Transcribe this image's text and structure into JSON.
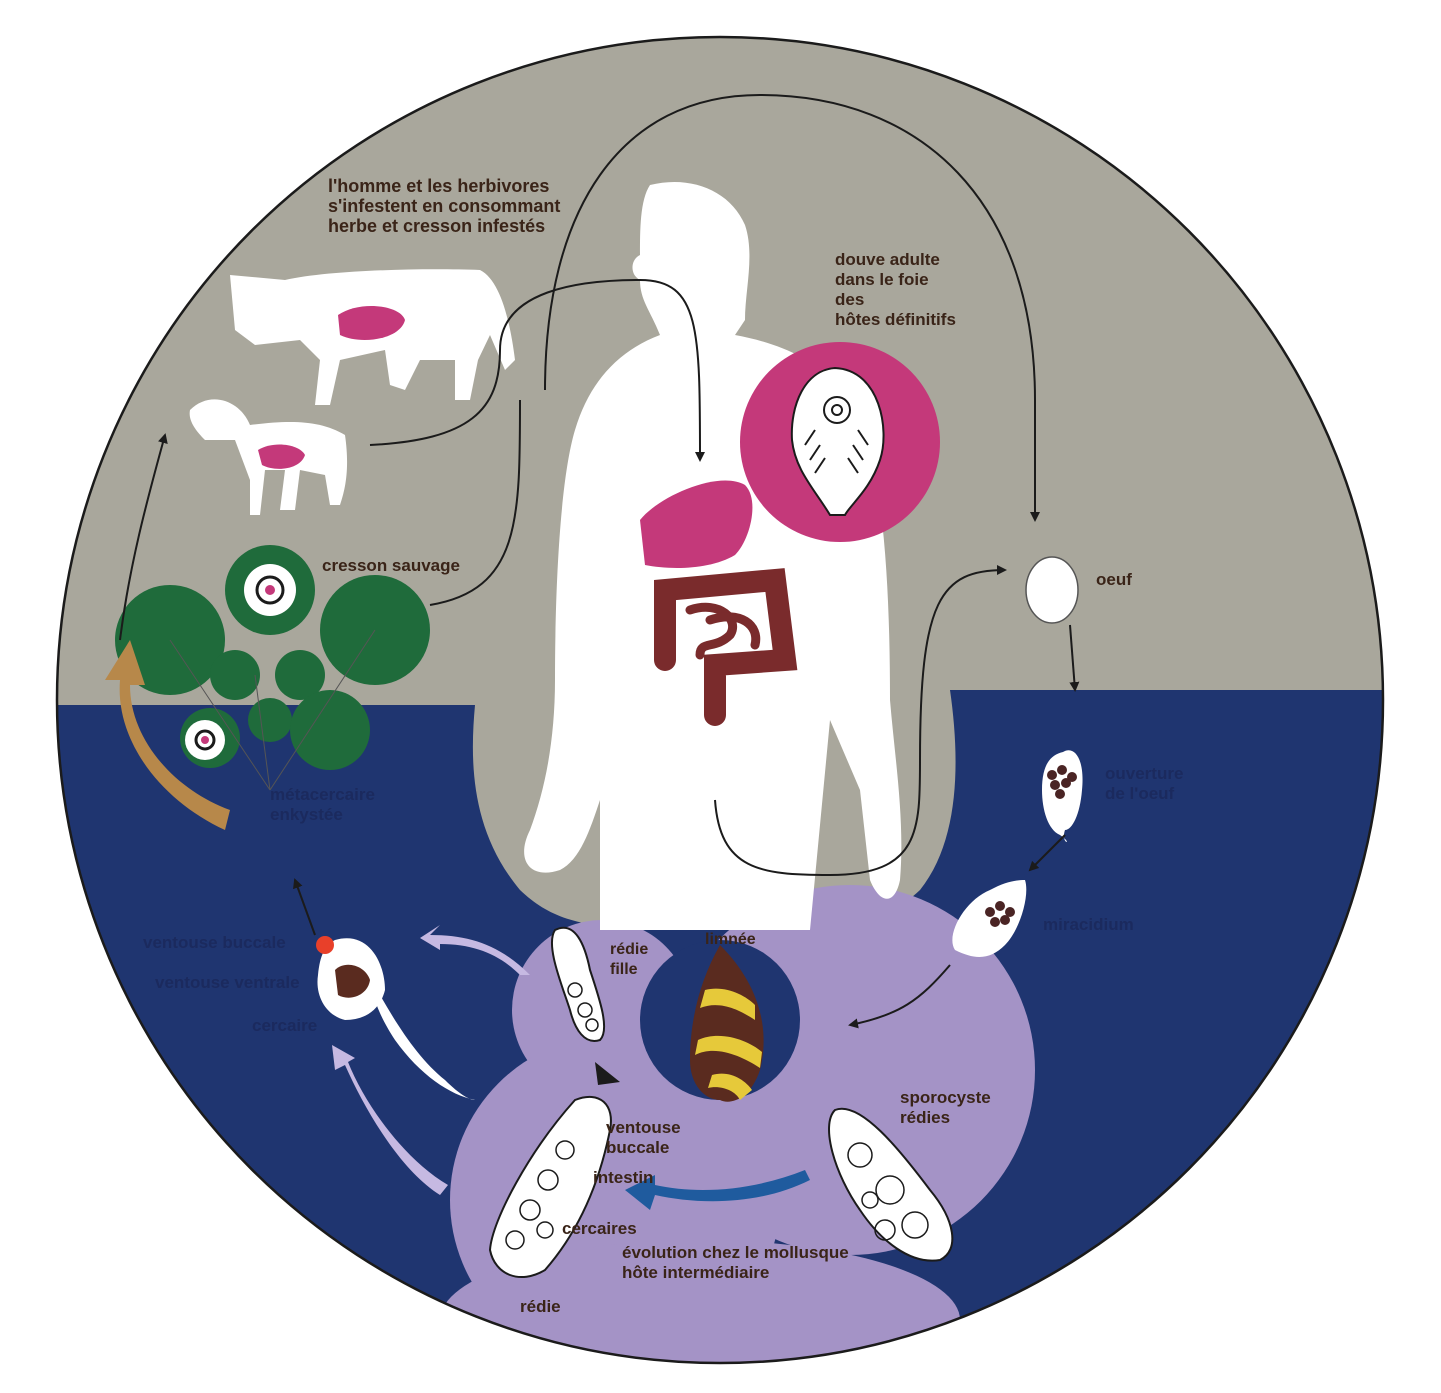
{
  "colors": {
    "land": "#a9a79c",
    "water": "#1f3570",
    "snail_zone": "#a493c6",
    "white_body": "#ffffff",
    "liver": "#c4397a",
    "intestine": "#7a2b2c",
    "cress": "#1f6b3b",
    "arrow": "#1b1b1b",
    "gold": "#b7884a",
    "pale_arrow": "#c6b9e2",
    "blue_arrow": "#1f5b9e",
    "snail_brown": "#5a2b1f",
    "snail_yellow": "#e6c93a"
  },
  "labels": {
    "infestation": "l'homme et les herbivores\ns'infestent en consommant\nherbe et cresson infestés",
    "adult_fluke": "douve adulte\ndans le foie\ndes\nhôtes définitifs",
    "cress": "cresson sauvage",
    "egg": "oeuf",
    "egg_opening": "ouverture\nde l'oeuf",
    "miracidium": "miracidium",
    "metacercaria": "métacercaire\nenkystée",
    "oral_sucker": "ventouse buccale",
    "ventral_sucker": "ventouse ventrale",
    "cercaria": "cercaire",
    "daughter_redia": "rédie\nfille",
    "snail": "limnée",
    "sporocyst": "sporocyste\nrédies",
    "redia_oral_sucker": "ventouse\nbuccale",
    "intestine": "intestin",
    "cercariae": "cercaires",
    "redia": "rédie",
    "evolution": "évolution chez le mollusque\nhôte intermédiaire"
  }
}
